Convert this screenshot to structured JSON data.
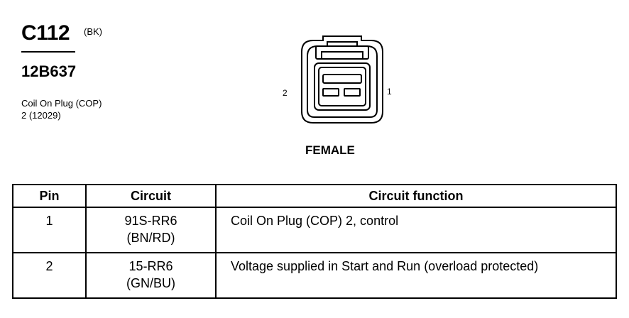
{
  "connector": {
    "id": "C112",
    "color": "(BK)",
    "part_number": "12B637",
    "description_line1": "Coil On Plug (COP)",
    "description_line2": "2 (12029)",
    "pin_left": "2",
    "pin_right": "1",
    "gender": "FEMALE"
  },
  "table": {
    "headers": {
      "pin": "Pin",
      "circuit": "Circuit",
      "function": "Circuit function"
    },
    "rows": [
      {
        "pin": "1",
        "circuit_line1": "91S-RR6",
        "circuit_line2": "(BN/RD)",
        "function": "Coil On Plug (COP) 2, control"
      },
      {
        "pin": "2",
        "circuit_line1": "15-RR6",
        "circuit_line2": "(GN/BU)",
        "function": "Voltage supplied in Start and Run (overload protected)"
      }
    ]
  }
}
